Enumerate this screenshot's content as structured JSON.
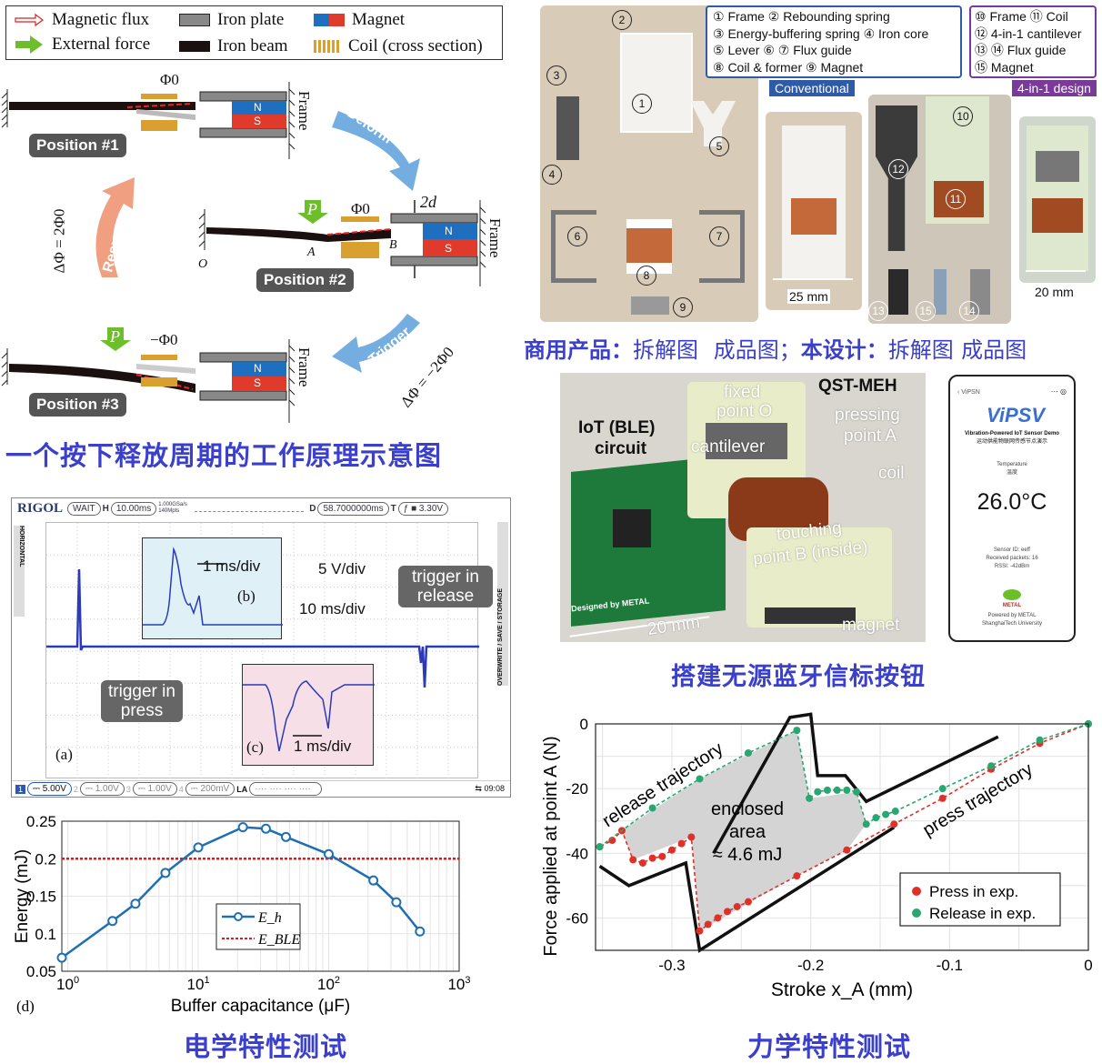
{
  "principle": {
    "legend": {
      "items": [
        {
          "label": "Magnetic flux",
          "icon": "hollow-red-arrow"
        },
        {
          "label": "Iron plate",
          "icon": "gray-rect"
        },
        {
          "label": "Magnet",
          "icon": "blue-red-rect"
        },
        {
          "label": "External force",
          "icon": "green-arrow"
        },
        {
          "label": "Iron beam",
          "icon": "black-rect"
        },
        {
          "label": "Coil (cross section)",
          "icon": "orange-coil"
        }
      ]
    },
    "positions": [
      {
        "label": "Position #1",
        "flux": "Φ0"
      },
      {
        "label": "Position #2",
        "flux": "Φ0"
      },
      {
        "label": "Position #3",
        "flux": "−Φ0"
      }
    ],
    "frame_label": "Frame",
    "magnet_n": "N",
    "magnet_s": "S",
    "force_label": "P",
    "gap_label": "2d",
    "point_o": "O",
    "point_a": "A",
    "point_b": "B",
    "arrows": {
      "deform": "Deform",
      "trigger": "Trigger",
      "resume": "Resume"
    },
    "delta_trigger": "ΔΦ = −2Φ0",
    "delta_resume": "ΔΦ = 2Φ0",
    "caption": "一个按下释放周期的工作原理示意图"
  },
  "parts": {
    "conventional": {
      "lines": [
        "① Frame   ② Rebounding spring",
        "③ Energy-buffering spring  ④ Iron core",
        "⑤ Lever   ⑥ ⑦ Flux guide",
        "⑧ Coil & former   ⑨ Magnet"
      ],
      "tag": "Conventional"
    },
    "four_in_one": {
      "lines": [
        "⑩ Frame ⑪ Coil",
        "⑫ 4-in-1 cantilever",
        "⑬ ⑭ Flux guide",
        "⑮ Magnet"
      ],
      "tag": "4-in-1 design"
    },
    "numbers": [
      "1",
      "2",
      "3",
      "4",
      "5",
      "6",
      "7",
      "8",
      "9",
      "10",
      "11",
      "12",
      "13",
      "14",
      "15"
    ],
    "scale_conv": "25 mm",
    "scale_four": "20 mm",
    "caption_a": "商用产品：",
    "caption_b": "拆解图",
    "caption_c": "成品图；",
    "caption_d": "本设计：",
    "caption_e": "拆解图",
    "caption_f": "成品图",
    "colors": {
      "conventional": "#2f5aa8",
      "four_in_one": "#7a3a9a"
    }
  },
  "prototype": {
    "labels": {
      "qst": "QST-MEH",
      "iot": "IoT (BLE)",
      "circuit": "circuit",
      "fixed1": "fixed",
      "fixed2": "point O",
      "pressing1": "pressing",
      "pressing2": "point A",
      "cantilever": "cantilever",
      "coil": "coil",
      "touching1": "touching",
      "touching2": "point B (inside)",
      "magnet": "magnet",
      "scale": "20 mm",
      "designed": "Designed by METAL"
    },
    "phone": {
      "app": "ViPSN",
      "logo": "ViPSV",
      "subtitle_en": "Vibration-Powered IoT Sensor Demo",
      "subtitle_cn": "运动供能物联网传感节点演示",
      "temp_label_en": "Temperature",
      "temp_label_cn": "温度",
      "temp_value": "26.0°C",
      "sensor_id": "Sensor ID: eeff",
      "packets": "Received packets: 16",
      "rssi": "RSSI: -42dBm",
      "metal": "METAL",
      "powered": "Powered by METAL",
      "university": "ShanghaiTech University"
    },
    "caption": "搭建无源蓝牙信标按钮"
  },
  "scope": {
    "brand": "RIGOL",
    "status": "WAIT",
    "h_label": "H",
    "timebase": "10.00ms",
    "sample_rate": "1.000GSa/s",
    "mem_depth": "140Mpts",
    "d_label": "D",
    "delay": "58.7000000ms",
    "t_label": "T",
    "trig_level": "3.30V",
    "side_left": "HORIZONTAL",
    "side_right": [
      "STORAGE",
      "SAVE",
      "OVERWRITE"
    ],
    "channels": [
      {
        "n": "1",
        "v": "5.00V"
      },
      {
        "n": "2",
        "v": "1.00V"
      },
      {
        "n": "3",
        "v": "1.00V"
      },
      {
        "n": "4",
        "v": "200mV"
      }
    ],
    "la": "LA",
    "time": "09:08",
    "annotations": {
      "inset_b_scale": "1 ms/div",
      "inset_b_label": "(b)",
      "inset_c_scale": "1 ms/div",
      "inset_c_label": "(c)",
      "vdiv": "5 V/div",
      "tdiv": "10 ms/div",
      "trigger_press": "trigger in press",
      "trigger_release": "trigger in release",
      "panel": "(a)"
    }
  },
  "chart_data": [
    {
      "type": "line",
      "panel": "(d)",
      "xlabel": "Buffer capacitance (μF)",
      "ylabel": "Energy (mJ)",
      "xscale": "log",
      "xlim": [
        0.9,
        1000
      ],
      "ylim": [
        0.05,
        0.25
      ],
      "xticks": [
        "10^0",
        "10^1",
        "10^2",
        "10^3"
      ],
      "yticks": [
        "0.05",
        "0.1",
        "0.15",
        "0.2",
        "0.25"
      ],
      "grid": true,
      "legend_position": "center",
      "series": [
        {
          "name": "E_h",
          "x": [
            0.9,
            2.2,
            3.3,
            5.6,
            10,
            22,
            33,
            47,
            100,
            220,
            330,
            500
          ],
          "values": [
            0.068,
            0.117,
            0.14,
            0.181,
            0.215,
            0.242,
            0.24,
            0.229,
            0.206,
            0.171,
            0.142,
            0.103
          ],
          "color": "#1f6fb2",
          "marker": "circle"
        },
        {
          "name": "E_BLE",
          "x": [
            0.9,
            1000
          ],
          "values": [
            0.2,
            0.2
          ],
          "color": "#e0191b",
          "style": "dotted"
        }
      ],
      "legend": [
        "E_h",
        "E_BLE"
      ],
      "caption": "电学特性测试"
    },
    {
      "type": "scatter",
      "xlabel": "Stroke x_A (mm)",
      "ylabel": "Force applied at point A (N)",
      "xlim": [
        -0.355,
        0
      ],
      "ylim": [
        -70,
        0
      ],
      "xticks": [
        "-0.3",
        "-0.2",
        "-0.1",
        "0"
      ],
      "yticks": [
        "0",
        "-20",
        "-40",
        "-60"
      ],
      "grid": true,
      "legend_position": "bottom-right",
      "series": [
        {
          "name": "Press in exp.",
          "color": "#e0302a",
          "x": [
            0,
            -0.035,
            -0.07,
            -0.105,
            -0.14,
            -0.174,
            -0.21,
            -0.245,
            -0.253,
            -0.26,
            -0.267,
            -0.274,
            -0.28,
            -0.286,
            -0.293,
            -0.3,
            -0.307,
            -0.314,
            -0.321,
            -0.328,
            -0.336,
            -0.343,
            -0.352
          ],
          "values": [
            0,
            -6,
            -14,
            -23,
            -31,
            -39,
            -47,
            -55,
            -56.5,
            -58,
            -60,
            -62,
            -64,
            -35,
            -37,
            -39,
            -41,
            -41.5,
            -43,
            -42,
            -33,
            -36,
            -38
          ]
        },
        {
          "name": "Release in exp.",
          "color": "#2aa672",
          "x": [
            -0.352,
            -0.314,
            -0.28,
            -0.245,
            -0.21,
            -0.201,
            -0.195,
            -0.188,
            -0.181,
            -0.174,
            -0.167,
            -0.16,
            -0.153,
            -0.146,
            -0.139,
            -0.105,
            -0.07,
            -0.035,
            0
          ],
          "values": [
            -38,
            -26,
            -17,
            -9,
            -2,
            -23,
            -21,
            -20.5,
            -20.5,
            -20.5,
            -21,
            -31,
            -29,
            -28,
            -27,
            -20,
            -13,
            -5,
            0
          ]
        }
      ],
      "annotations": {
        "release": "release trajectory",
        "press": "press trajectory",
        "area1": "enclosed",
        "area2": "area",
        "area3": "≈ 4.6 mJ"
      },
      "caption": "力学特性测试"
    }
  ]
}
